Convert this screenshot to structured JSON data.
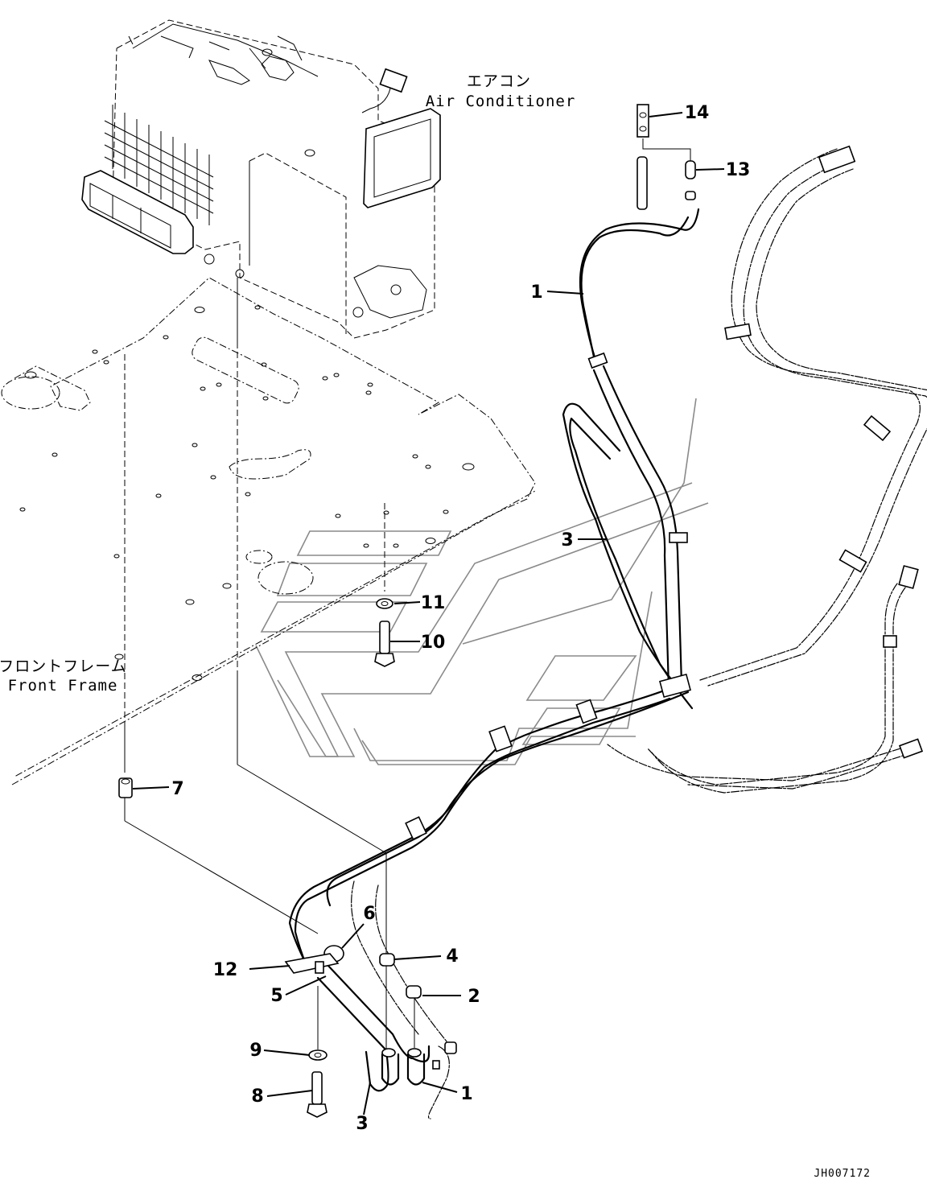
{
  "diagram": {
    "title_jp": "エアコン",
    "title_en": "Air Conditioner",
    "frame_label_jp": "フロントフレーム",
    "frame_label_en": "Front Frame",
    "document_id": "JH007172",
    "components": [
      {
        "id": "air-conditioner-unit",
        "label": "Air Conditioner"
      },
      {
        "id": "front-frame",
        "label": "Front Frame"
      }
    ],
    "callouts": [
      {
        "number": "1",
        "part": "hose"
      },
      {
        "number": "1",
        "part": "hose"
      },
      {
        "number": "2",
        "part": "clamp"
      },
      {
        "number": "3",
        "part": "hose"
      },
      {
        "number": "3",
        "part": "hose"
      },
      {
        "number": "4",
        "part": "clamp"
      },
      {
        "number": "5",
        "part": "bracket"
      },
      {
        "number": "6",
        "part": "clamp"
      },
      {
        "number": "7",
        "part": "spacer"
      },
      {
        "number": "8",
        "part": "bolt"
      },
      {
        "number": "9",
        "part": "washer"
      },
      {
        "number": "10",
        "part": "bolt"
      },
      {
        "number": "11",
        "part": "washer"
      },
      {
        "number": "12",
        "part": "clip"
      },
      {
        "number": "13",
        "part": "connector"
      },
      {
        "number": "14",
        "part": "fitting"
      }
    ]
  }
}
